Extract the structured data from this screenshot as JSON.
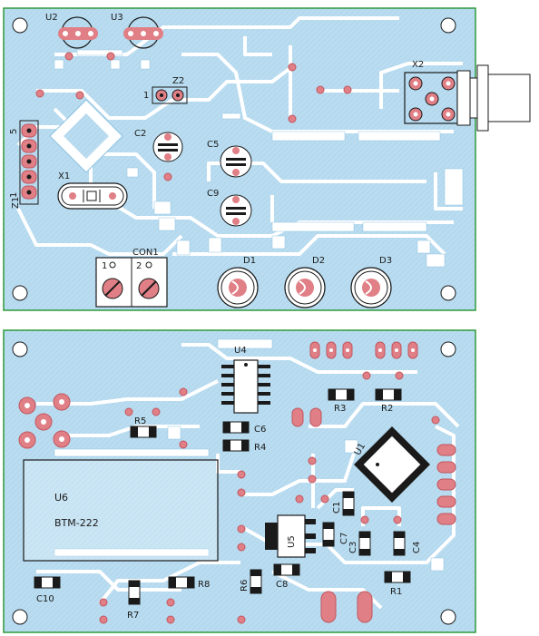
{
  "colors": {
    "copper": "#b9dcf0",
    "copper_edge": "#8fc3e0",
    "board_bg": "#ffffff",
    "outline": "#2e9a3a",
    "pad": "#e07f86",
    "pad_dark": "#c2555e",
    "smd_pad": "#ffffff",
    "component": "#1a1a1a",
    "hole": "#ffffff"
  },
  "boards": {
    "top": {
      "labels": {
        "u2": "U2",
        "u3": "U3",
        "z2": "Z2",
        "z2_pin1": "1",
        "x2": "X2",
        "c2": "C2",
        "c5": "C5",
        "c9": "C9",
        "x1": "X1",
        "z1": "Z1",
        "z1_pin1": "1",
        "z1_pin5": "5",
        "d1": "D1",
        "d2": "D2",
        "d3": "D3",
        "con1": "CON1",
        "con1_pin1": "1",
        "con1_pin2": "2"
      }
    },
    "bottom": {
      "labels": {
        "u4": "U4",
        "c6": "C6",
        "r4": "R4",
        "r5": "R5",
        "r3": "R3",
        "r2": "R2",
        "u1": "U1",
        "u6": "U6",
        "module": "BTM-222",
        "c1": "C1",
        "c7": "C7",
        "c3": "C3",
        "c4": "C4",
        "u5": "U5",
        "r1": "R1",
        "r6": "R6",
        "c8": "C8",
        "r8": "R8",
        "c10": "C10",
        "r7": "R7"
      }
    }
  }
}
